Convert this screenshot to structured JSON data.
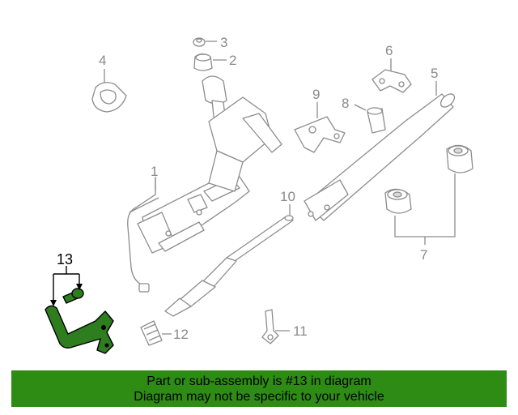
{
  "diagram": {
    "callouts": {
      "c1": "1",
      "c2": "2",
      "c3": "3",
      "c4": "4",
      "c5": "5",
      "c6": "6",
      "c7": "7",
      "c8": "8",
      "c9": "9",
      "c10": "10",
      "c11": "11",
      "c12": "12",
      "c13": "13"
    },
    "colors": {
      "highlight": "#2e7d1f",
      "banner": "#2e8b14",
      "line": "#8c8c8c"
    }
  },
  "banner": {
    "line1": "Part or sub-assembly is #13 in diagram",
    "line2": "Diagram may not be specific to your vehicle"
  }
}
